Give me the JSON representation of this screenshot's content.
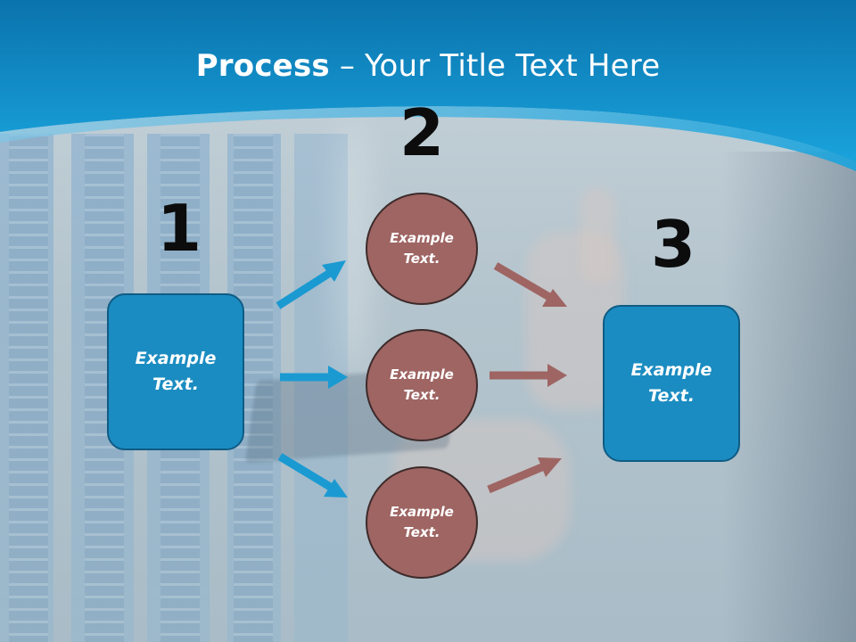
{
  "title": {
    "strong": "Process",
    "rest": " – Your Title Text Here"
  },
  "steps": [
    {
      "number": "1",
      "text": "Example\nText."
    },
    {
      "number": "2"
    },
    {
      "number": "3",
      "text": "Example\nText."
    }
  ],
  "circles": [
    {
      "text": "Example\nText."
    },
    {
      "text": "Example\nText."
    },
    {
      "text": "Example\nText."
    }
  ],
  "colors": {
    "header_blue": "#0f8fcf",
    "box_fill": "#1b8cc1",
    "circle_fill": "#9e6563",
    "arrow_blue": "#1b9ad2",
    "arrow_brown": "#9e6563"
  }
}
